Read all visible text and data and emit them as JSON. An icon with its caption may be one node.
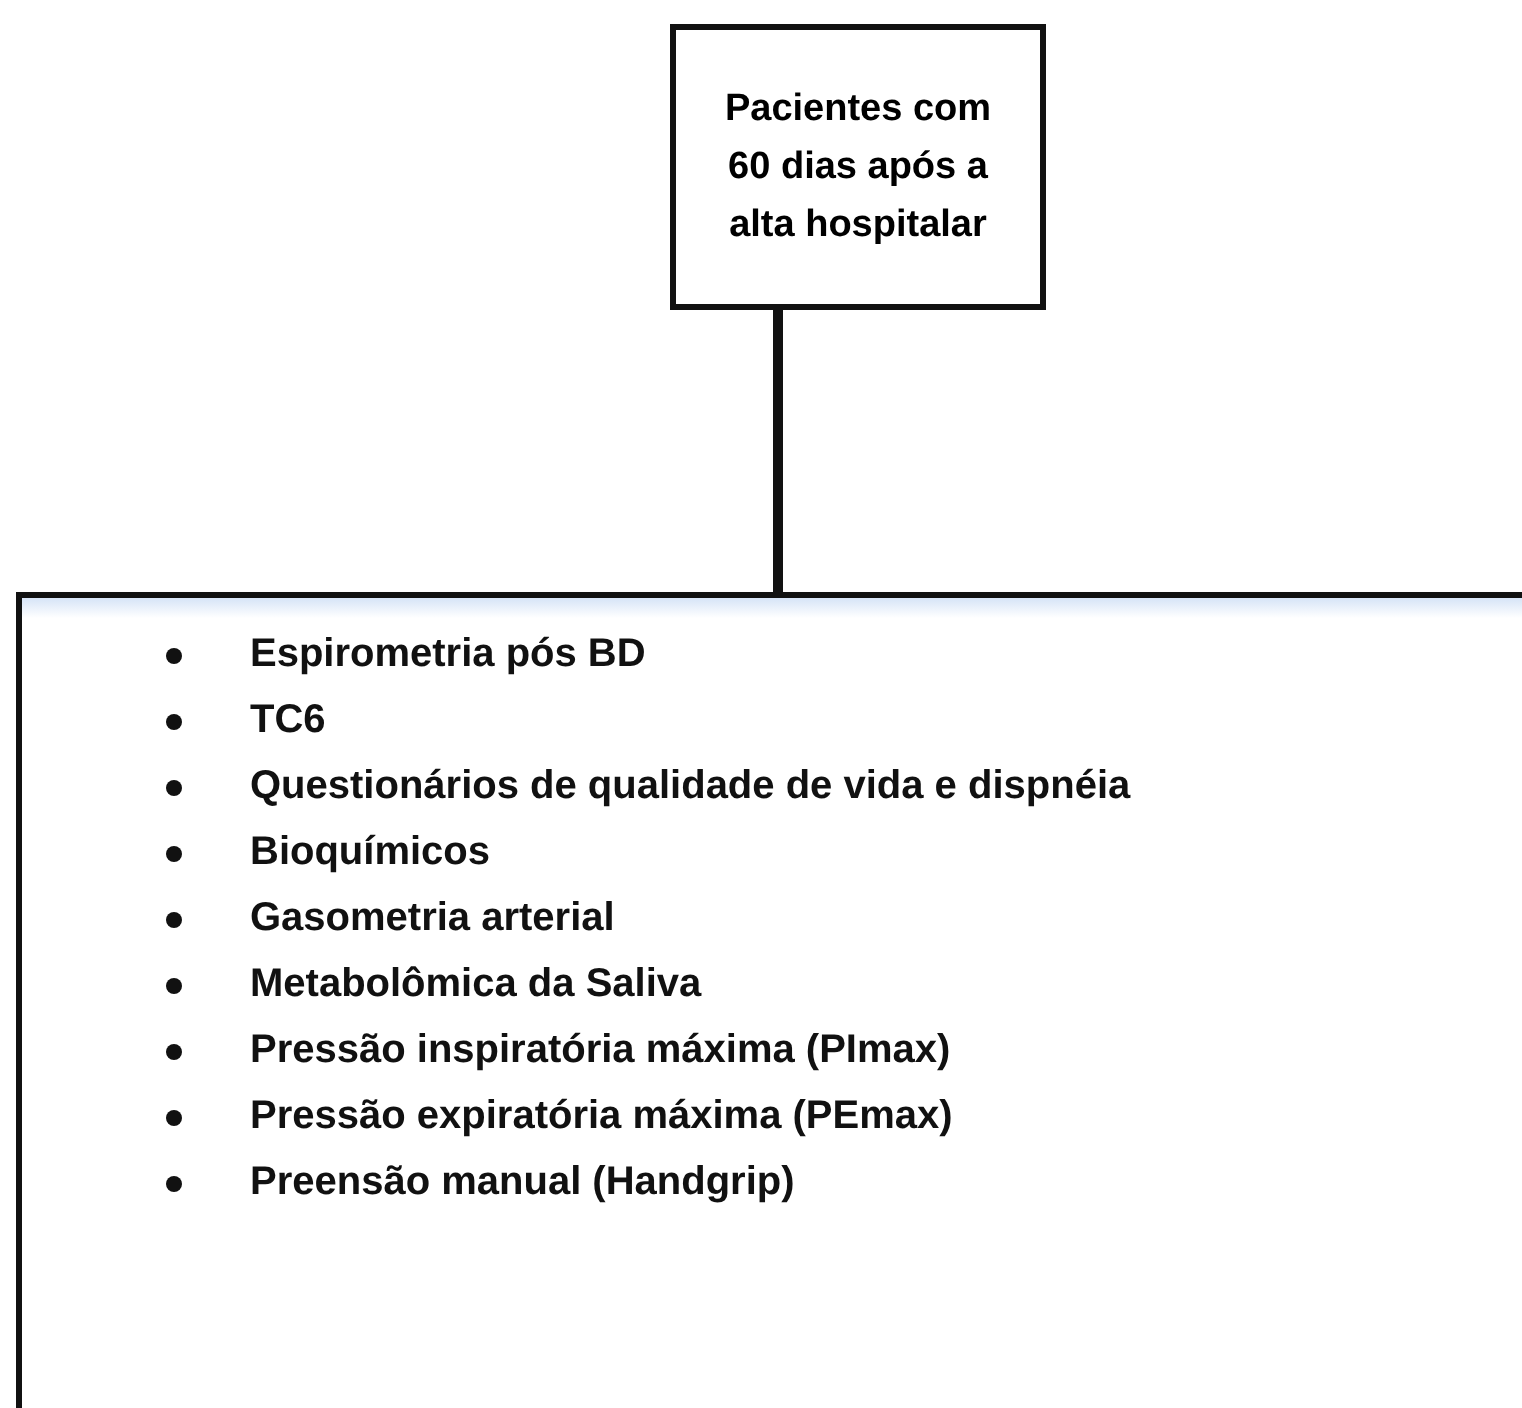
{
  "diagram": {
    "nodes": [
      {
        "text": [
          "Pacientes com 60 dias após a alta hospitalar"
        ]
      },
      {
        "text": [
          "Espirometria pós BD",
          "TC6",
          "Questionários de qualidade de vida e dispnéia",
          "Bioquímicos",
          "Gasometria arterial",
          "Metabolômica da Saliva",
          "Pressão inspiratória máxima (PImax)",
          "Pressão expiratória máxima (PEmax)",
          "Preensão manual (Handgrip)"
        ]
      }
    ],
    "edges": [
      {
        "from": 0,
        "to": 1,
        "arrow": "none"
      }
    ]
  }
}
